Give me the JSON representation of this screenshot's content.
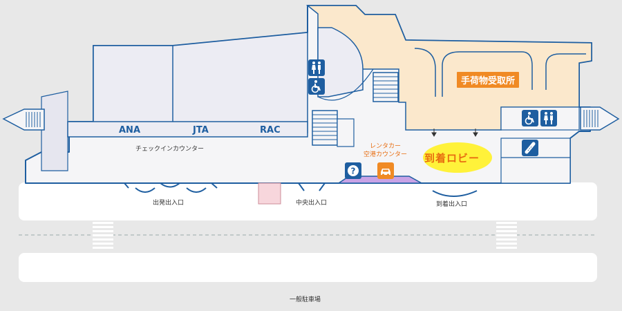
{
  "map": {
    "counters": {
      "ana": "ANA",
      "jta": "JTA",
      "rac": "RAC",
      "checkin_label": "チェックインカウンター"
    },
    "areas": {
      "baggage_claim": "手荷物受取所",
      "arrival_lobby": "到着ロビー",
      "rental_car_line1": "レンタカー",
      "rental_car_line2": "空港カウンター"
    },
    "entrances": {
      "departure": "出発出入口",
      "central": "中央出入口",
      "arrival": "到着出入口"
    },
    "parking": {
      "general": "一般駐車場"
    },
    "icons": [
      "restroom-icon",
      "wheelchair-icon",
      "information-icon",
      "rental-car-icon",
      "phone-icon",
      "escalator-icon"
    ],
    "colors": {
      "wall": "#1e5ea0",
      "floor": "#f5f5f7",
      "baggage_area": "#fbe8cc",
      "lobby_highlight": "#fff23a",
      "accent": "#f08a24",
      "road": "#ffffff",
      "background": "#e8e8e8"
    }
  }
}
